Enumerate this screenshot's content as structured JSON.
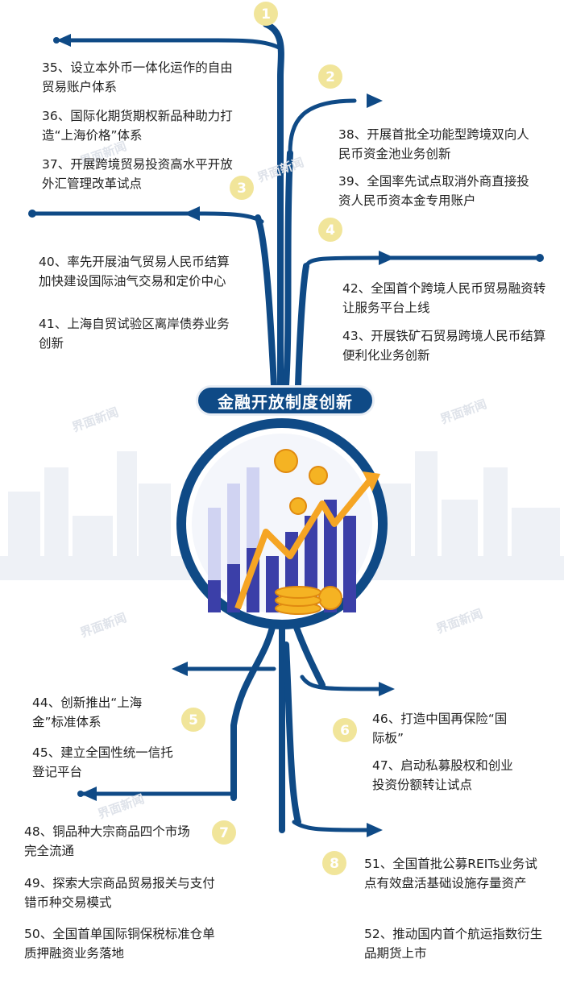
{
  "title": "金融开放制度创新",
  "watermark": "界面新闻",
  "colors": {
    "trunk": "#0f4a86",
    "badge": "#f1e59a",
    "badge_text": "#ffffff",
    "city": "#e9edf3"
  },
  "badges": [
    "1",
    "2",
    "3",
    "4",
    "5",
    "6",
    "7",
    "8"
  ],
  "items": [
    "35、设立本外币一体化运作的自由贸易账户体系",
    "36、国际化期货期权新品种助力打造“上海价格”体系",
    "37、开展跨境贸易投资高水平开放外汇管理改革试点",
    "38、开展首批全功能型跨境双向人民币资金池业务创新",
    "39、全国率先试点取消外商直接投资人民币资本金专用账户",
    "40、率先开展油气贸易人民币结算 加快建设国际油气交易和定价中心",
    "41、上海自贸试验区离岸债券业务创新",
    "42、全国首个跨境人民币贸易融资转让服务平台上线",
    "43、开展铁矿石贸易跨境人民币结算便利化业务创新",
    "44、创新推出“上海金”标准体系",
    "45、建立全国性统一信托登记平台",
    "46、打造中国再保险“国际板”",
    "47、启动私募股权和创业投资份额转让试点",
    "48、铜品种大宗商品四个市场完全流通",
    "49、探索大宗商品贸易报关与支付错币种交易模式",
    "50、全国首单国际铜保税标准仓单质押融资业务落地",
    "51、全国首批公募REITs业务试点有效盘活基础设施存量资产",
    "52、推动国内首个航运指数衍生品期货上市"
  ]
}
